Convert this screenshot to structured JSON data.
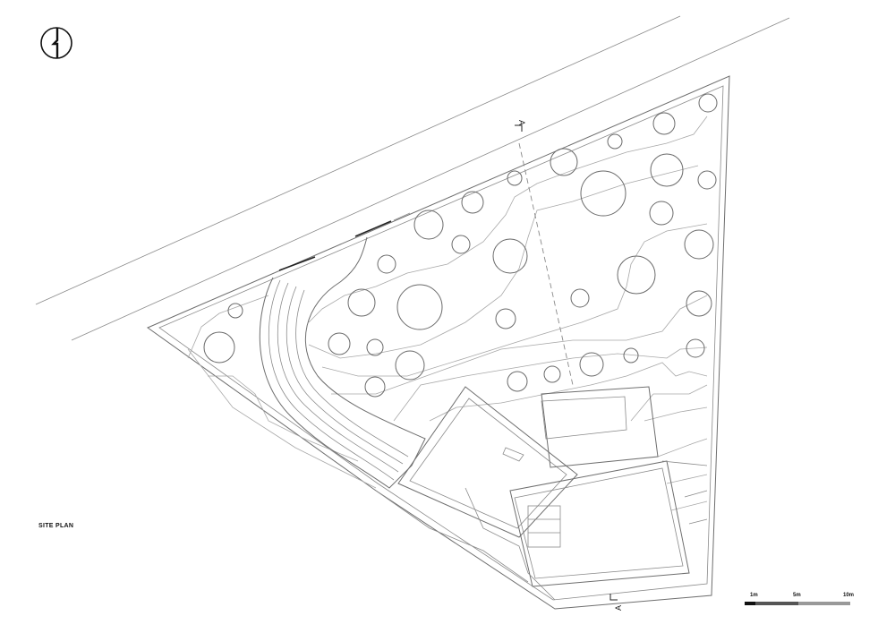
{
  "plan": {
    "title": "SITE PLAN"
  },
  "section_marker": {
    "label_top": "A",
    "label_bottom": "A"
  },
  "scale_bar": {
    "labels": [
      "1m",
      "5m",
      "10m"
    ],
    "segment_colors": [
      "#111111",
      "#555555",
      "#999999"
    ]
  },
  "north_arrow": {
    "icon": "north-arrow-icon"
  }
}
